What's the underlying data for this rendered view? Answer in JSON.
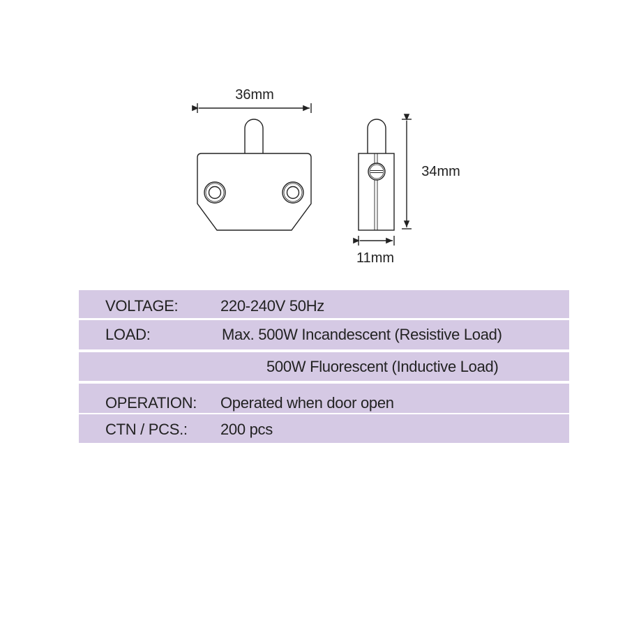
{
  "dimensions": {
    "width": "36mm",
    "height": "34mm",
    "depth": "11mm"
  },
  "specs": [
    {
      "label": "VOLTAGE:",
      "value": "220-240V 50Hz"
    },
    {
      "label": "LOAD:",
      "value": "Max. 500W Incandescent (Resistive Load)"
    },
    {
      "label": "",
      "value": "500W Fluorescent (Inductive Load)"
    },
    {
      "label": "OPERATION:",
      "value": "Operated when door open"
    },
    {
      "label": "CTN / PCS.:",
      "value": "200 pcs"
    }
  ],
  "colors": {
    "band": "#d5c9e4",
    "line": "#222222"
  }
}
